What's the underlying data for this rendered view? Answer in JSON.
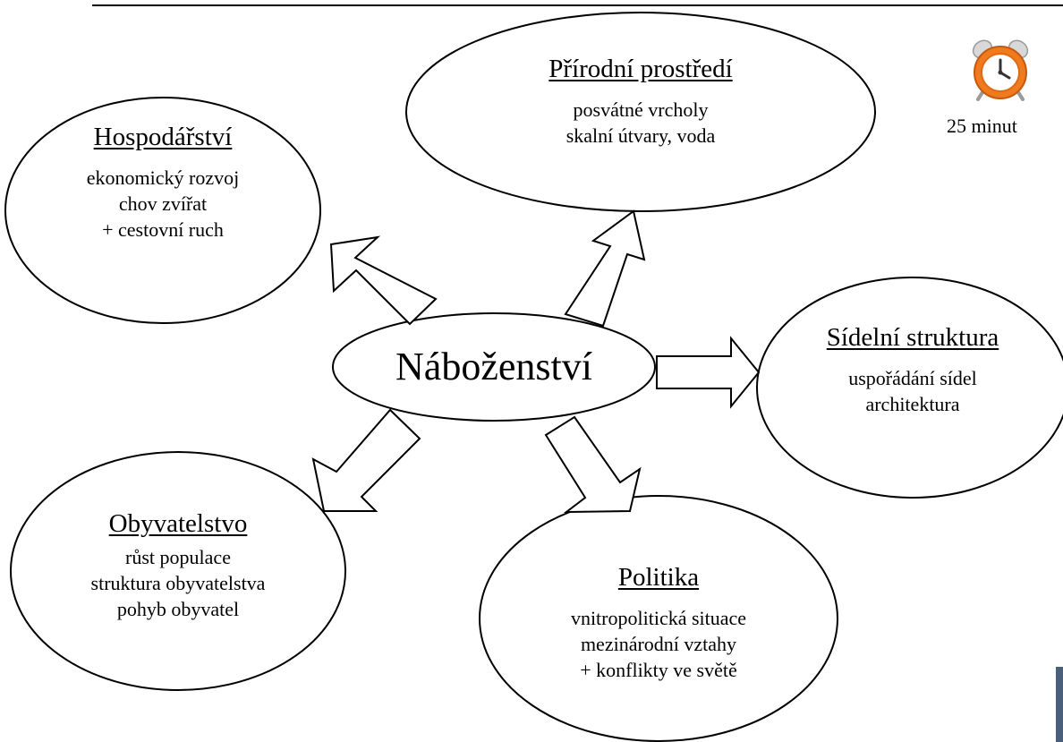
{
  "center": {
    "label": "Náboženství"
  },
  "timer": {
    "label": "25 minut",
    "icon": "alarm-clock-icon",
    "color": "#f07a1e"
  },
  "nodes": {
    "hospodarstvi": {
      "title": "Hospodářství",
      "lines": [
        "ekonomický rozvoj",
        "chov zvířat",
        "+ cestovní ruch"
      ]
    },
    "prirodni": {
      "title": "Přírodní prostředí",
      "lines": [
        "posvátné vrcholy",
        "skalní útvary, voda"
      ]
    },
    "sidelni": {
      "title": "Sídelní struktura",
      "lines": [
        "uspořádání sídel",
        "architektura"
      ]
    },
    "obyvatelstvo": {
      "title": "Obyvatelstvo",
      "lines": [
        "růst populace",
        "struktura obyvatelstva",
        "pohyb obyvatel"
      ]
    },
    "politika": {
      "title": "Politika",
      "lines": [
        "vnitropolitická situace",
        "mezinárodní vztahy",
        "+ konflikty ve světě"
      ]
    }
  }
}
